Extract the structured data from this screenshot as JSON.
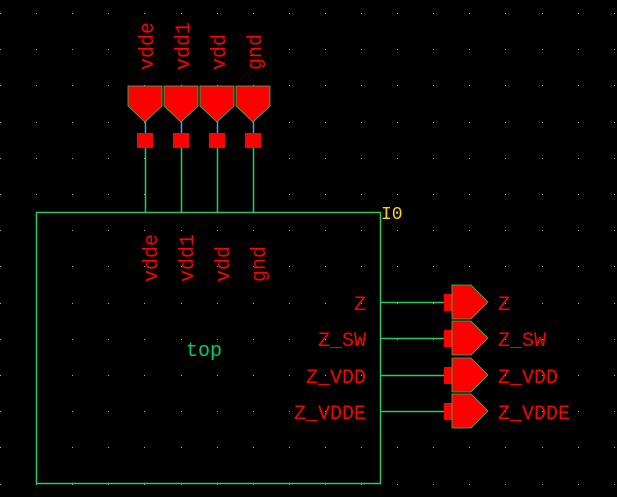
{
  "schematic": {
    "instance": {
      "name": "I0",
      "cell_name": "top",
      "top_pins": [
        "vdde",
        "vdd1",
        "vdd",
        "gnd"
      ],
      "right_pins": [
        "Z",
        "Z_SW",
        "Z_VDD",
        "Z_VDDE"
      ]
    },
    "input_pins": [
      {
        "label": "vdde"
      },
      {
        "label": "vdd1"
      },
      {
        "label": "vdd"
      },
      {
        "label": "gnd"
      }
    ],
    "output_pins": [
      {
        "label": "Z"
      },
      {
        "label": "Z_SW"
      },
      {
        "label": "Z_VDD"
      },
      {
        "label": "Z_VDDE"
      }
    ],
    "colors": {
      "background": "#000000",
      "wire": "#22cc66",
      "pin": "#ff0000",
      "instance_label": "#ffd400",
      "grid_dot": "#aaaaaa"
    }
  }
}
